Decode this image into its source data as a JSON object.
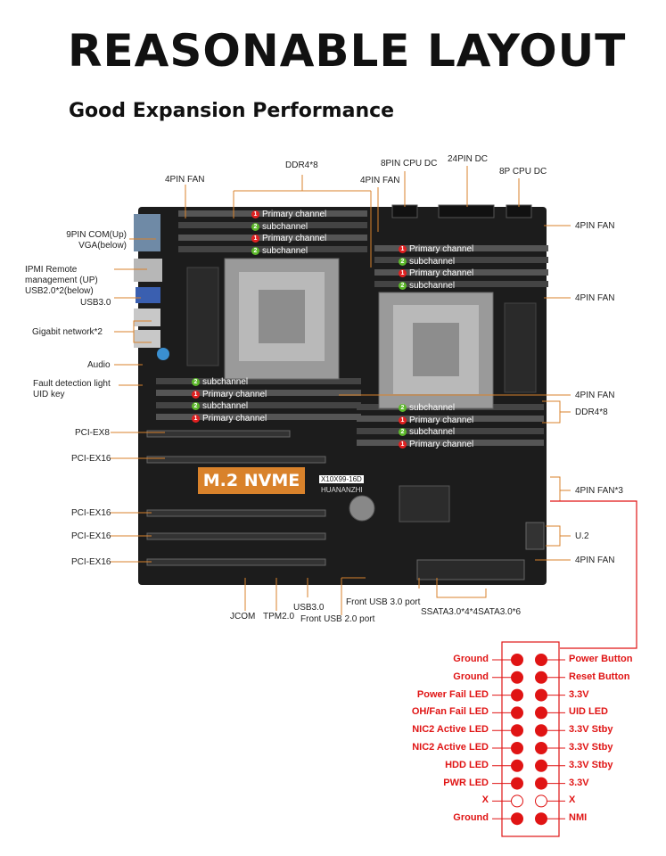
{
  "title": "REASONABLE LAYOUT",
  "subtitle": "Good Expansion Performance",
  "colors": {
    "accent_orange": "#d9822b",
    "header_red": "#e01414",
    "board": "#1c1c1c"
  },
  "board": {
    "model": "X10X99-16D",
    "brand": "HUANANZHI",
    "nvme_label": "M.2 NVME"
  },
  "labels_left": {
    "com": "9PIN COM(Up)\nVGA(below)",
    "ipmi": "IPMI Remote\nmanagement (UP)\nUSB2.0*2(below)",
    "usb3": "USB3.0",
    "gigabit": "Gigabit network*2",
    "audio": "Audio",
    "fault": "Fault detection light\nUID key",
    "pciex8": "PCI-EX8",
    "pciex16_1": "PCI-EX16",
    "pciex16_2": "PCI-EX16",
    "pciex16_3": "PCI-EX16",
    "pciex16_4": "PCI-EX16"
  },
  "labels_top": {
    "fan_4pin_left": "4PIN FAN",
    "ddr4": "DDR4*8",
    "fan_4pin_mid": "4PIN FAN",
    "cpu_8pin": "8PIN CPU DC",
    "pin24": "24PIN DC",
    "cpu_8p": "8P CPU DC"
  },
  "labels_right": {
    "fan1": "4PIN FAN",
    "fan2": "4PIN FAN",
    "fan3": "4PIN FAN",
    "ddr4": "DDR4*8",
    "fan_x3": "4PIN FAN*3",
    "u2": "U.2",
    "fan4": "4PIN FAN"
  },
  "labels_bottom": {
    "jcom": "JCOM",
    "tpm": "TPM2.0",
    "usb3": "USB3.0",
    "front_usb3": "Front USB 3.0 port",
    "front_usb2": "Front USB 2.0 port",
    "sata": "SSATA3.0*4*4SATA3.0*6"
  },
  "channels_top_left": [
    {
      "type": "primary",
      "text": "Primary channel"
    },
    {
      "type": "sub",
      "text": "subchannel"
    },
    {
      "type": "primary",
      "text": "Primary channel"
    },
    {
      "type": "sub",
      "text": "subchannel"
    }
  ],
  "channels_top_right": [
    {
      "type": "primary",
      "text": "Primary channel"
    },
    {
      "type": "sub",
      "text": "subchannel"
    },
    {
      "type": "primary",
      "text": "Primary channel"
    },
    {
      "type": "sub",
      "text": "subchannel"
    }
  ],
  "channels_bottom_left": [
    {
      "type": "sub",
      "text": "subchannel"
    },
    {
      "type": "primary",
      "text": "Primary channel"
    },
    {
      "type": "sub",
      "text": "subchannel"
    },
    {
      "type": "primary",
      "text": "Primary channel"
    }
  ],
  "channels_bottom_right": [
    {
      "type": "sub",
      "text": "subchannel"
    },
    {
      "type": "primary",
      "text": "Primary channel"
    },
    {
      "type": "sub",
      "text": "subchannel"
    },
    {
      "type": "primary",
      "text": "Primary channel"
    }
  ],
  "front_panel": {
    "left": [
      "Ground",
      "Ground",
      "Power Fail LED",
      "OH/Fan Fail LED",
      "NIC2 Active LED",
      "NIC2 Active LED",
      "HDD LED",
      "PWR LED",
      "X",
      "Ground"
    ],
    "right": [
      "Power Button",
      "Reset Button",
      "3.3V",
      "UID LED",
      "3.3V Stby",
      "3.3V Stby",
      "3.3V Stby",
      "3.3V",
      "X",
      "NMI"
    ],
    "empty_row": 8
  }
}
